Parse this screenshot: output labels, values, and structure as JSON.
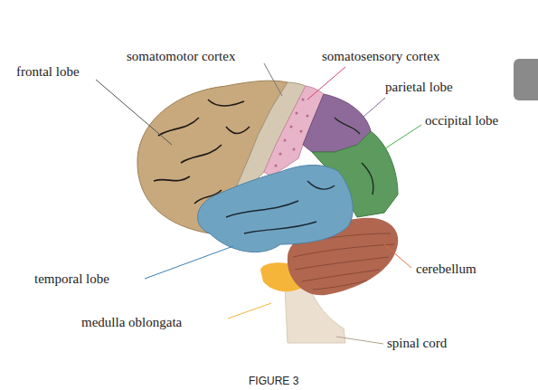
{
  "diagram": {
    "caption": "FIGURE 3",
    "labels": [
      "frontal lobe",
      "somatomotor cortex",
      "somatosensory cortex",
      "parietal lobe",
      "occipital lobe",
      "temporal lobe",
      "cerebellum",
      "medulla oblongata",
      "spinal cord"
    ]
  }
}
